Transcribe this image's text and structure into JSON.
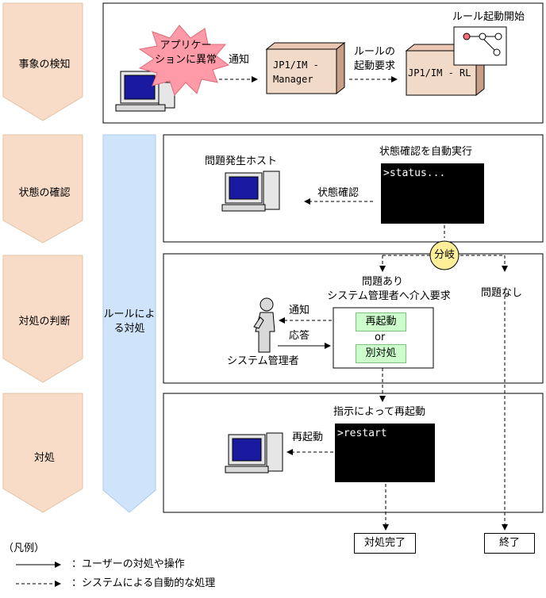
{
  "stages": [
    "事象の検知",
    "状態の確認",
    "対処の判断",
    "対処"
  ],
  "rule_band": "ルールによる対処",
  "panel1": {
    "burst_text": [
      "アプリケー",
      "ションに異常"
    ],
    "notify": "通知",
    "manager": [
      "JP1/IM -",
      "Manager"
    ],
    "rule_request": [
      "ルールの",
      "起動要求"
    ],
    "rl": "JP1/IM - RL",
    "rule_start": "ルール起動開始"
  },
  "panel2": {
    "host": "問題発生ホスト",
    "auto_exec": "状態確認を自動実行",
    "terminal": ">status...",
    "check": "状態確認"
  },
  "branch": "分岐",
  "panel3": {
    "problem_yes": [
      "問題あり",
      "システム管理者へ介入要求"
    ],
    "problem_no": "問題なし",
    "notify": "通知",
    "reply": "応答",
    "admin": "システム管理者",
    "restart_btn": "再起動",
    "or": "or",
    "other_btn": "別対処"
  },
  "panel4": {
    "instruct": "指示によって再起動",
    "terminal": ">restart",
    "restart": "再起動"
  },
  "ends": {
    "done": "対処完了",
    "end": "終了"
  },
  "legend": {
    "title": "（凡例）",
    "solid": "：ユーザーの対処や操作",
    "dashed": "：システムによる自動的な処理"
  }
}
